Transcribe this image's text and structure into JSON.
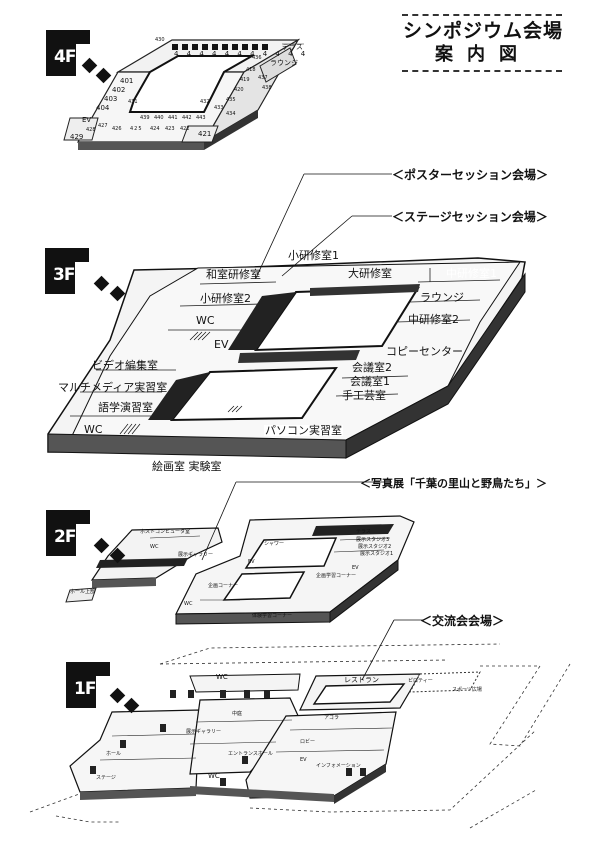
{
  "title": {
    "line1": "シンポジウム会場",
    "line2": "案内図"
  },
  "floors": {
    "f4": "4F",
    "f3": "3F",
    "f2": "2F",
    "f1": "1F"
  },
  "callouts": {
    "poster": "＜ポスターセッション会場＞",
    "stage": "＜ステージセッション会場＞",
    "photo": "＜写真展「千葉の里山と野鳥たち」＞",
    "exchange": "＜交流会会場＞"
  },
  "floor4": {
    "terrace": "テラス",
    "lounge": "ラウンジ",
    "ev": "EV",
    "rooms_top": "4 4 4 4 4 4 4 4 4 4 4",
    "r401": "401",
    "r402": "402",
    "r403": "403",
    "r404": "404",
    "r418": "418",
    "r419": "419",
    "r420": "420",
    "r421": "421",
    "r422": "422",
    "r423": "423",
    "r424": "424",
    "r425": "425",
    "r426": "426",
    "r427": "427",
    "r428": "428",
    "r429": "429",
    "r430": "430",
    "r431": "431",
    "r432": "432",
    "r433": "433",
    "r434": "434",
    "r435": "435",
    "r436": "436",
    "r437": "437",
    "r438": "438",
    "r439": "439",
    "r440": "440",
    "r441": "441",
    "r442": "442",
    "r443": "443"
  },
  "floor3": {
    "small_training1": "小研修室1",
    "japanese_room": "和室研修室",
    "large_training": "大研修室",
    "mid_training1": "中研修室1",
    "small_training2": "小研修室2",
    "lounge": "ラウンジ",
    "wc1": "WC",
    "mid_training2": "中研修室2",
    "ev": "EV",
    "copy_center": "コピーセンター",
    "video_editing": "ビデオ編集室",
    "meeting2": "会議室2",
    "multimedia": "マルチメディア実習室",
    "meeting1": "会議室1",
    "language": "語学演習室",
    "craft": "手工芸室",
    "wc2": "WC",
    "pc_room": "パソコン実習室",
    "paint_exp": "絵画室 実験室"
  },
  "floor2": {
    "host_computer": "ホストコンピュータ室",
    "shower": "シャワー",
    "terrace": "テラス",
    "studio3": "展示スタジオ3",
    "studio2": "展示スタジオ2",
    "studio1": "展示スタジオ1",
    "gallery": "展示ギャラリー",
    "ev1": "EV",
    "ev2": "EV",
    "wc1": "WC",
    "wc2": "WC",
    "corner1": "企画コーナー",
    "corner2": "企画学習コーナー",
    "corner3": "体験学習コーナー",
    "hall_top": "ホール上部"
  },
  "floor1": {
    "wc1": "WC",
    "wc2": "WC",
    "restaurant": "レストラン",
    "piloti": "ピロティー",
    "sports": "スポーツ広場",
    "gallery": "展示ギャラリー",
    "courtyard": "中庭",
    "agora": "アゴラ",
    "lobby": "ロビー",
    "entrance_hall": "エントランスホール",
    "hall": "ホール",
    "stage": "ステージ",
    "ev": "EV",
    "info": "インフォメーション"
  }
}
